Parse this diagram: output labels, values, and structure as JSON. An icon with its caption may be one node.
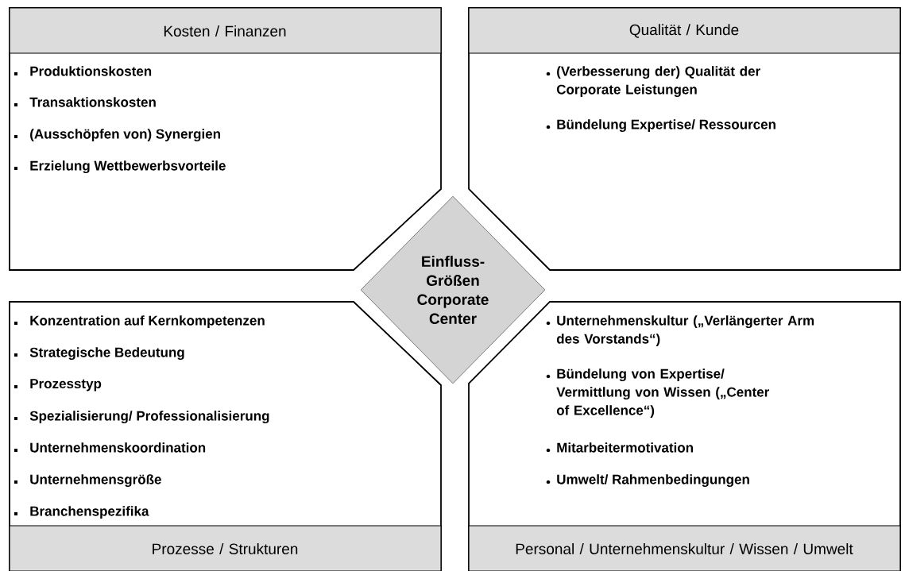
{
  "diagram": {
    "nodes": [
      {
        "text": [
          "Kosten / Finanzen",
          "Produktionskosten",
          "Transaktionskosten",
          "(Ausschöpfen von) Synergien",
          "Erzielung Wettbewerbsvorteile"
        ]
      },
      {
        "text": [
          "Qualität / Kunde",
          "(Verbesserung der) Qualität der Corporate Leistungen",
          "Bündelung Expertise/ Ressourcen"
        ]
      },
      {
        "text": [
          "Einfluss- Größen Corporate Center"
        ]
      },
      {
        "text": [
          "Konzentration auf Kernkompetenzen",
          "Strategische Bedeutung",
          "Prozesstyp",
          "Spezialisierung/ Professionalisierung",
          "Unternehmenskoordination",
          "Unternehmensgröße",
          "Branchenspezifika",
          "Prozesse / Strukturen"
        ]
      },
      {
        "text": [
          "Unternehmenskultur („Verlängerter Arm des Vorstands“)",
          "Bündelung von Expertise/ Vermittlung von Wissen („Center of Excellence“)",
          "Mitarbeitermotivation",
          "Umwelt/ Rahmenbedingungen",
          "Personal / Unternehmenskultur / Wissen / Umwelt"
        ]
      }
    ]
  }
}
